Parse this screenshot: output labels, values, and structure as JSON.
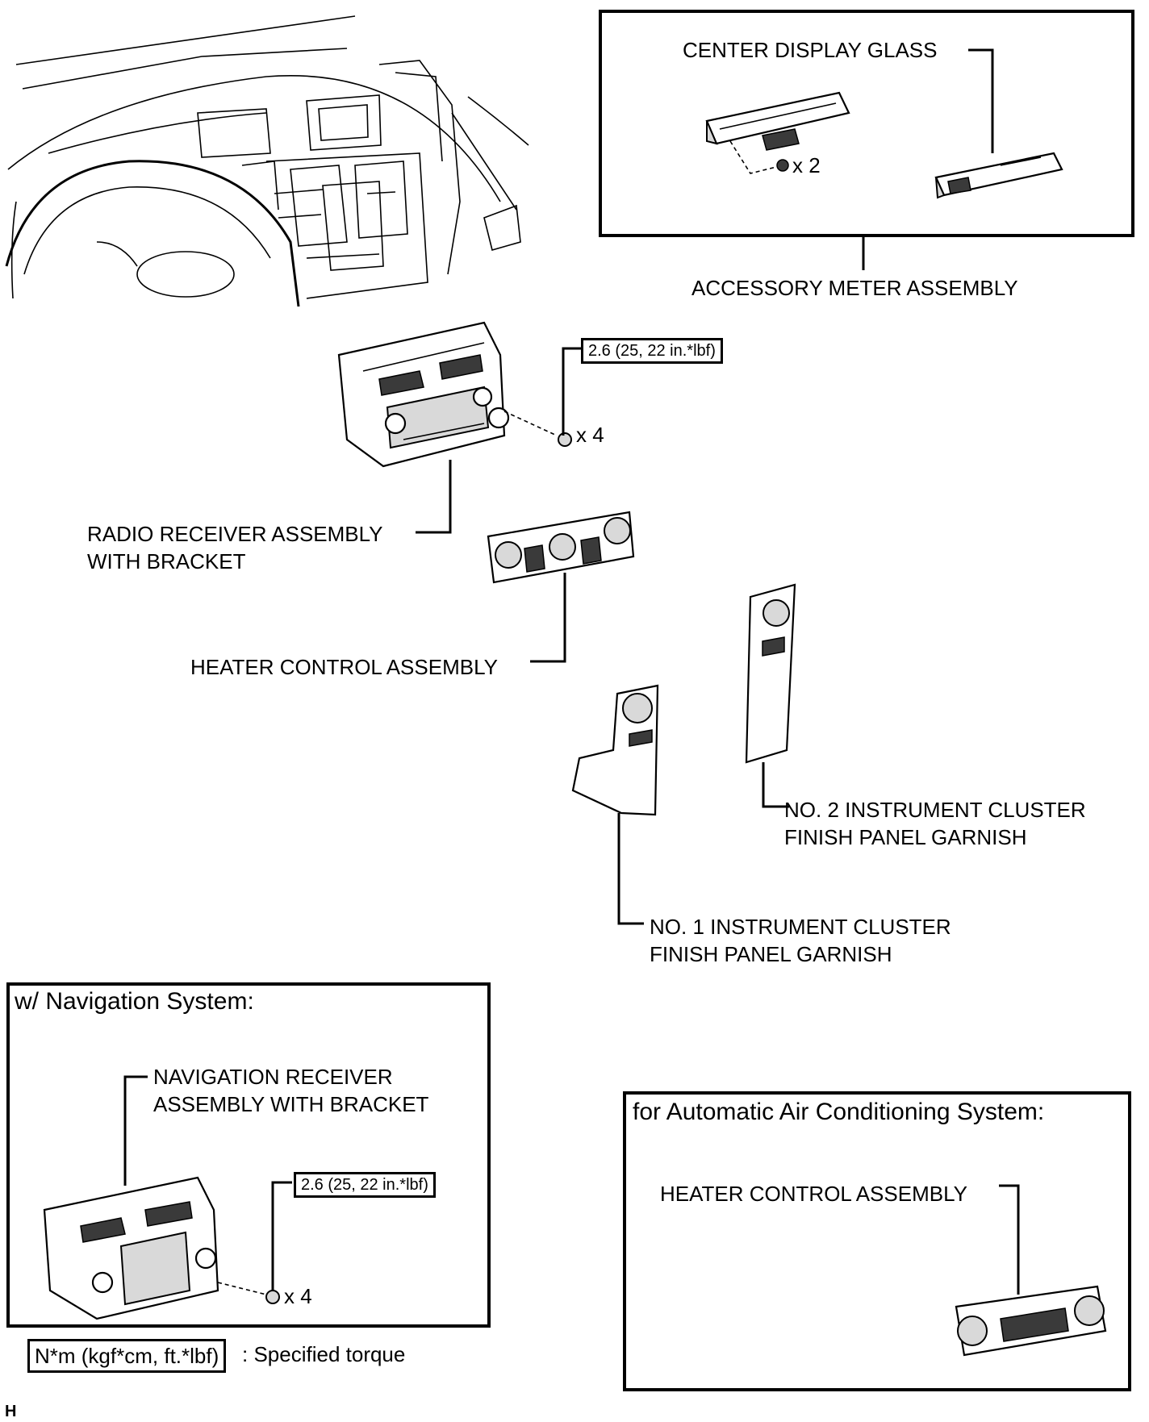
{
  "labels": {
    "center_display_glass": "CENTER DISPLAY GLASS",
    "accessory_meter_assembly": "ACCESSORY METER ASSEMBLY",
    "radio_receiver_line1": "RADIO RECEIVER ASSEMBLY",
    "radio_receiver_line2": "WITH BRACKET",
    "heater_control_assembly": "HEATER CONTROL ASSEMBLY",
    "no2_garnish_line1": "NO. 2 INSTRUMENT CLUSTER",
    "no2_garnish_line2": "FINISH PANEL GARNISH",
    "no1_garnish_line1": "NO. 1 INSTRUMENT CLUSTER",
    "no1_garnish_line2": "FINISH PANEL GARNISH",
    "navigation_receiver_line1": "NAVIGATION RECEIVER",
    "navigation_receiver_line2": "ASSEMBLY WITH BRACKET",
    "auto_ac_heater_control": "HEATER CONTROL ASSEMBLY"
  },
  "quantities": {
    "display_screws": "x 2",
    "radio_bolts": "x 4",
    "nav_bolts": "x 4"
  },
  "torque": {
    "radio_bolt": "2.6 (25, 22 in.*lbf)",
    "nav_bolt": "2.6 (25, 22 in.*lbf)"
  },
  "boxes": {
    "navigation_title": "w/ Navigation System:",
    "auto_ac_title": "for Automatic Air Conditioning System:"
  },
  "legend": {
    "unit_box": "N*m (kgf*cm, ft.*lbf)",
    "description": ": Specified torque"
  },
  "corner_code": "H"
}
